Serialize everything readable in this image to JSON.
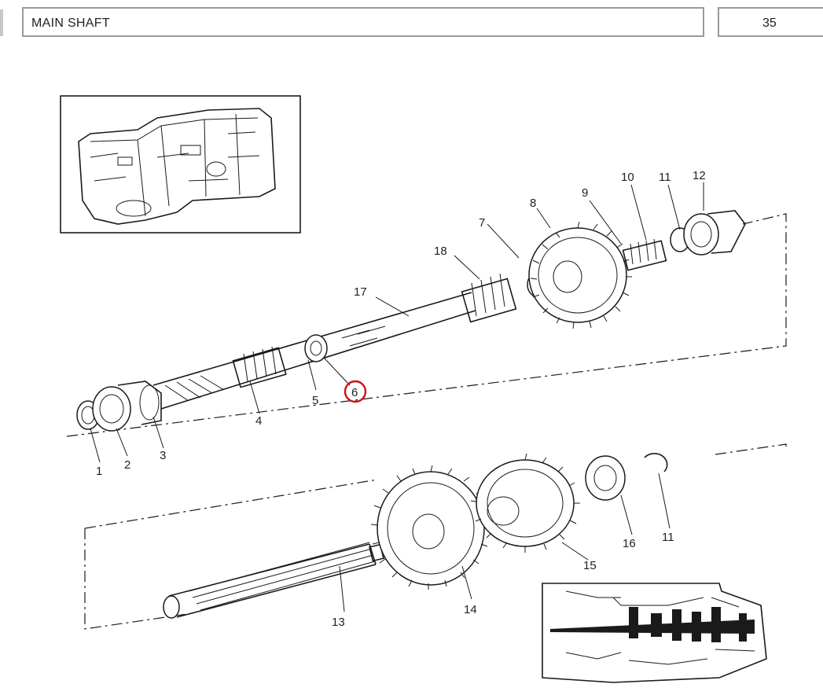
{
  "header": {
    "title": "MAIN SHAFT",
    "page_number": "35"
  },
  "diagram": {
    "callouts": [
      "1",
      "2",
      "3",
      "4",
      "5",
      "6",
      "7",
      "8",
      "9",
      "10",
      "11",
      "12",
      "13",
      "14",
      "15",
      "16",
      "11",
      "17",
      "18"
    ],
    "highlighted_callout": "6",
    "highlight_color": "#cc1111"
  }
}
